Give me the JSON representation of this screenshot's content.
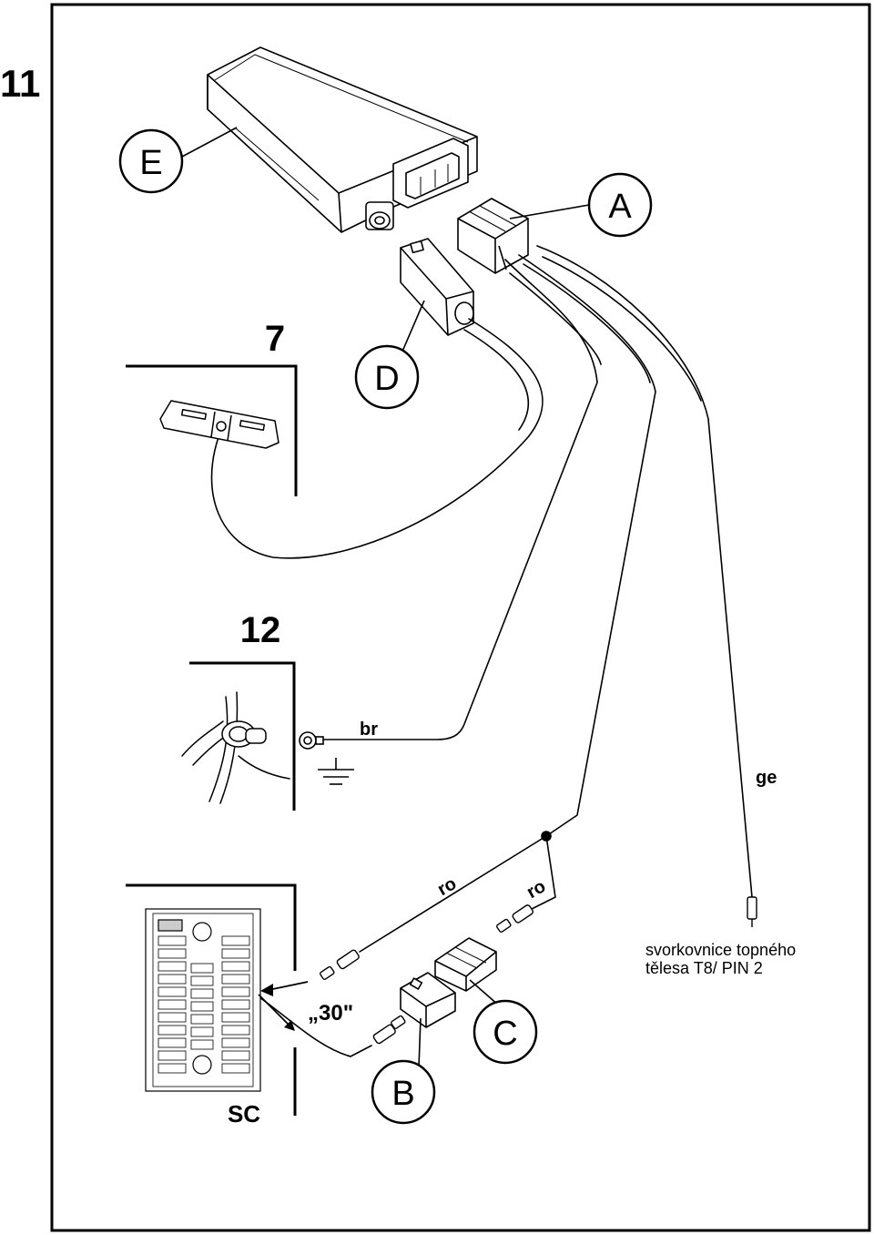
{
  "figure": {
    "page_number": "11",
    "callouts": {
      "E": "E",
      "A": "A",
      "D": "D",
      "B": "B",
      "C": "C"
    },
    "insets": {
      "ground_point": "12",
      "battery_strap": "7",
      "fuse_box": "SC"
    },
    "wire_colors": {
      "ground": "br",
      "red_1": "ro",
      "red_2": "ro",
      "yellow": "ge"
    },
    "fuse_terminal": "„30\"",
    "terminal_note": [
      "svorkovnice topného",
      "tělesa T8/ PIN 2"
    ]
  }
}
